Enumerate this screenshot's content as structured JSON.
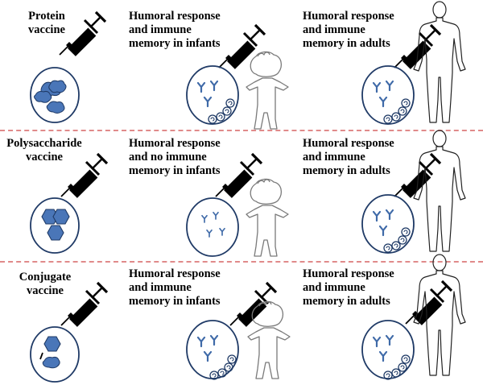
{
  "colors": {
    "fill_blue": "#4a76b8",
    "stroke_dark": "#1f3a66",
    "divider": "#e08a8a",
    "syringe": "#000000"
  },
  "rows": [
    {
      "vaccine_label": "Protein\nvaccine",
      "infant_label": "Humoral response\nand immune\nmemory in infants",
      "adult_label": "Humoral response\nand immune\nmemory in adults"
    },
    {
      "vaccine_label": "Polysaccharide\nvaccine",
      "infant_label": "Humoral response\nand no immune\nmemory in infants",
      "adult_label": "Humoral response\nand immune\nmemory in adults"
    },
    {
      "vaccine_label": "Conjugate\nvaccine",
      "infant_label": "Humoral response\nand immune\nmemory in infants",
      "adult_label": "Humoral response\nand immune\nmemory in adults"
    }
  ],
  "icons": [
    "syringe-icon",
    "antigen-circle-icon",
    "antibody-circle-icon",
    "memory-cell-icon",
    "infant-outline-icon",
    "adult-outline-icon"
  ]
}
